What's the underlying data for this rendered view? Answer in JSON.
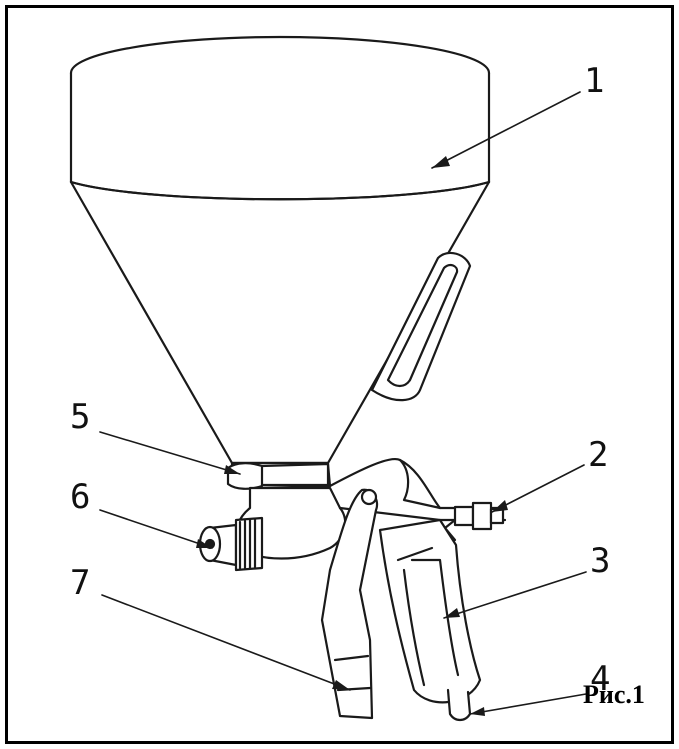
{
  "figure": {
    "caption": "Рис.1",
    "callouts": [
      {
        "id": "1",
        "label": "1"
      },
      {
        "id": "2",
        "label": "2"
      },
      {
        "id": "3",
        "label": "3"
      },
      {
        "id": "4",
        "label": "4"
      },
      {
        "id": "5",
        "label": "5"
      },
      {
        "id": "6",
        "label": "6"
      },
      {
        "id": "7",
        "label": "7"
      }
    ]
  }
}
